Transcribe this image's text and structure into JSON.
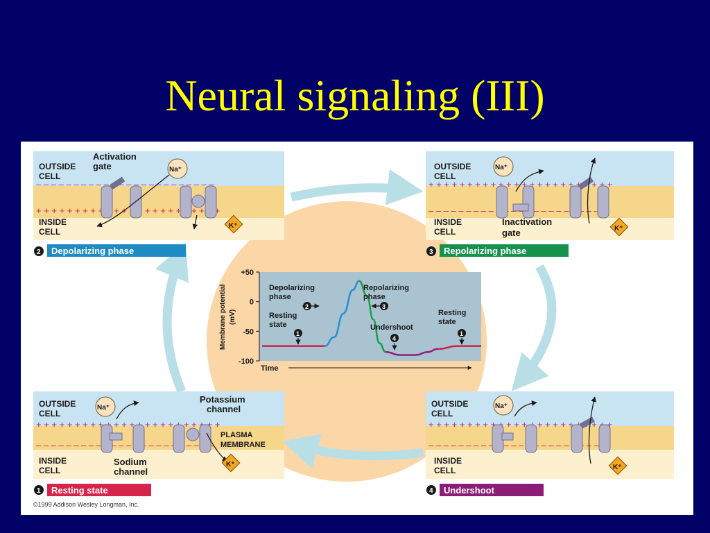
{
  "slide": {
    "title": "Neural signaling (III)"
  },
  "colors": {
    "background": "#000066",
    "title": "#ffff00",
    "outside_fluid": "#c8e4f2",
    "membrane": "#f5d68a",
    "inside_fluid": "#fdf0cf",
    "channel": "#b4b3cc",
    "center_disc": "#fbd6a6",
    "graph_bg": "#a9c3d1",
    "resting_trace": "#c8234a",
    "depolarizing_trace": "#2b8fcf",
    "repolarizing_trace": "#1f9a4a",
    "undershoot_trace": "#8e1e77",
    "cycle_arrows": "#b9dfe6"
  },
  "labels": {
    "outside_cell_1": "OUTSIDE",
    "outside_cell_2": "CELL",
    "inside_cell_1": "INSIDE",
    "inside_cell_2": "CELL",
    "na_ion": "Na⁺",
    "k_ion": "K⁺",
    "plus_row": "+  +  +  +",
    "minus_row": "–  –  –  –"
  },
  "panels": {
    "depolarizing": {
      "number": "2",
      "caption": "Depolarizing phase",
      "caption_color": "#1e8bc3",
      "callout_1": "Activation",
      "callout_2": "gate"
    },
    "repolarizing": {
      "number": "3",
      "caption": "Repolarizing phase",
      "caption_color": "#17924e",
      "callout_1": "Inactivation",
      "callout_2": "gate"
    },
    "resting": {
      "number": "1",
      "caption": "Resting state",
      "caption_color": "#d6244a",
      "potassium_1": "Potassium",
      "potassium_2": "channel",
      "plasma_1": "PLASMA",
      "plasma_2": "MEMBRANE",
      "sodium_1": "Sodium",
      "sodium_2": "channel"
    },
    "undershoot": {
      "number": "4",
      "caption": "Undershoot",
      "caption_color": "#8b1d77"
    }
  },
  "graph": {
    "ylabel_1": "Membrane potential",
    "ylabel_2": "(mV)",
    "xlabel": "Time",
    "ticks": [
      "+50",
      "0",
      "-50",
      "-100"
    ],
    "annotations": {
      "depol_1": "Depolarizing",
      "depol_2": "phase",
      "repol_1": "Repolarizing",
      "repol_2": "phase",
      "rest_left_1": "Resting",
      "rest_left_2": "state",
      "rest_right_1": "Resting",
      "rest_right_2": "state",
      "undershoot": "Undershoot"
    },
    "markers": [
      "1",
      "2",
      "3",
      "4",
      "1"
    ]
  },
  "copyright": "©1999 Addison Wesley Longman, Inc.",
  "chart_data": {
    "type": "line",
    "xlabel": "Time",
    "ylabel": "Membrane potential (mV)",
    "ylim": [
      -100,
      50
    ],
    "yticks": [
      50,
      0,
      -50,
      -100
    ],
    "series": [
      {
        "name": "Resting state",
        "x": [
          0,
          1,
          2,
          3,
          4
        ],
        "values": [
          -75,
          -75,
          -75,
          -75,
          -75
        ]
      },
      {
        "name": "Depolarizing phase",
        "x": [
          4,
          4.6,
          5.2,
          5.8,
          6.2
        ],
        "values": [
          -75,
          -60,
          -20,
          20,
          35
        ]
      },
      {
        "name": "Repolarizing phase",
        "x": [
          6.2,
          6.7,
          7.1,
          7.5,
          7.9
        ],
        "values": [
          35,
          10,
          -30,
          -70,
          -85
        ]
      },
      {
        "name": "Undershoot",
        "x": [
          7.9,
          8.8,
          9.8,
          10.6,
          11.2
        ],
        "values": [
          -85,
          -90,
          -90,
          -85,
          -80
        ]
      },
      {
        "name": "Resting state",
        "x": [
          11.2,
          12.5,
          14
        ],
        "values": [
          -80,
          -75,
          -75
        ]
      }
    ]
  }
}
